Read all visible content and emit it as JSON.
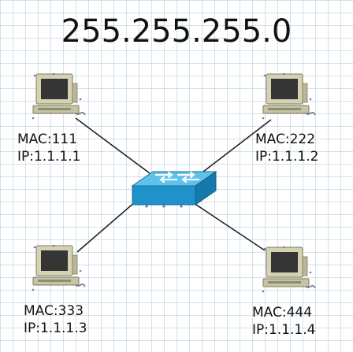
{
  "title": "255.255.255.0",
  "switch": {
    "icon": "switch-icon",
    "color": "#2a9fd6"
  },
  "hosts": [
    {
      "mac": "MAC:111",
      "ip": "IP:1.1.1.1",
      "icon": "computer-icon"
    },
    {
      "mac": "MAC:222",
      "ip": "IP:1.1.1.2",
      "icon": "computer-icon"
    },
    {
      "mac": "MAC:333",
      "ip": "IP:1.1.1.3",
      "icon": "computer-icon"
    },
    {
      "mac": "MAC:444",
      "ip": "IP:1.1.1.4",
      "icon": "computer-icon"
    }
  ],
  "colors": {
    "link": "#222222",
    "pc_body": "#c9c7a7",
    "screen": "#333333"
  }
}
